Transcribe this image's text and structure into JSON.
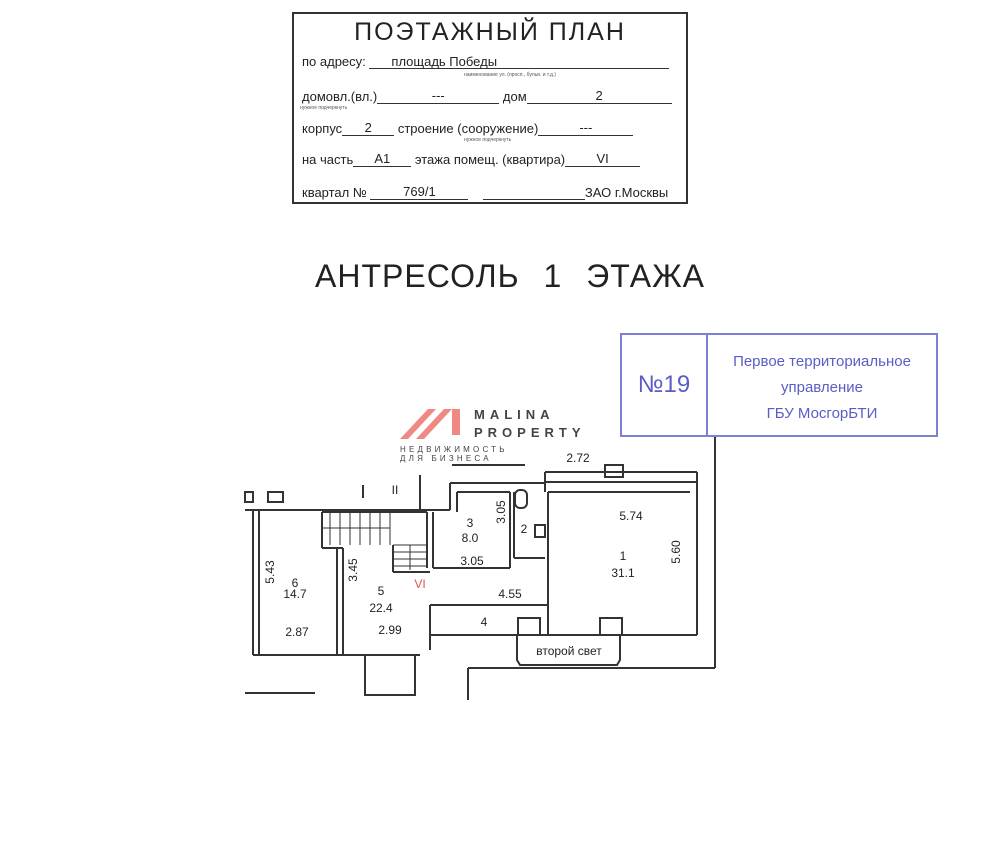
{
  "form": {
    "title": "ПОЭТАЖНЫЙ ПЛАН",
    "address_label": "по адресу:",
    "address_value": "площадь Победы",
    "address_hint": "наименование ул. (просп., бульв. и т.д.)",
    "domovl_label": "домовл.(вл.)",
    "domovl_value": "---",
    "dom_label": "дом",
    "dom_value": "2",
    "underline_hint": "нужное подчеркнуть",
    "korpus_label": "корпус",
    "korpus_value": "2",
    "stroenie_label": "строение (сооружение)",
    "stroenie_value": "---",
    "chast_label": "на часть",
    "chast_value": "А1",
    "etazh_label": "этажа помещ. (квартира)",
    "etazh_value": "VI",
    "kvartal_label": "квартал №",
    "kvartal_value": "769/1",
    "district": "ЗАО г.Москвы"
  },
  "heading": "АНТРЕСОЛЬ 1 ЭТАЖА",
  "stamp": {
    "number": "№19",
    "line1": "Первое территориальное",
    "line2": "управление",
    "line3": "ГБУ МосгорБТИ",
    "color": "#5a5dc4"
  },
  "watermark": {
    "line1": "MALINA",
    "line2": "PROPERTY",
    "line3": "НЕДВИЖИМОСТЬ ДЛЯ БИЗНЕСА",
    "color": "#e8776f"
  },
  "plan": {
    "premise_label": "VI",
    "stair_mark": "II",
    "second_light": "второй свет",
    "rooms": [
      {
        "number": "1",
        "area": "31.1",
        "dims": [
          "5.74",
          "5.60"
        ]
      },
      {
        "number": "2"
      },
      {
        "number": "3",
        "area": "8.0",
        "dims": [
          "3.05",
          "3.05"
        ]
      },
      {
        "number": "4",
        "dims": [
          "4.55"
        ]
      },
      {
        "number": "5",
        "area": "22.4",
        "dims": [
          "3.45",
          "2.99"
        ]
      },
      {
        "number": "6",
        "area": "14.7",
        "dims": [
          "5.43",
          "2.87"
        ]
      }
    ],
    "top_dim": "2.72"
  }
}
